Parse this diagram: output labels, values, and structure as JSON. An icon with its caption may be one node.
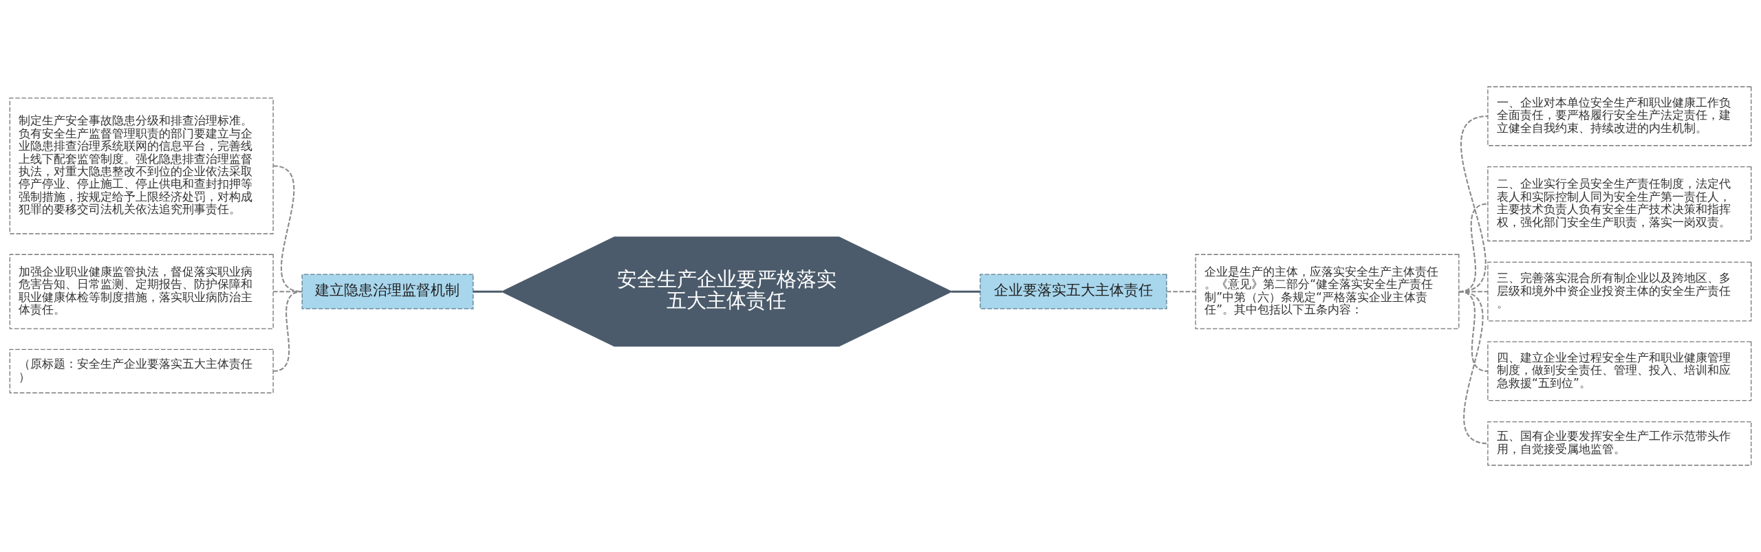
{
  "diagram": {
    "nodes": [
      {
        "text": [
          "安全生产企业要严格落实五大主体责任"
        ]
      },
      {
        "text": [
          "建立隐患治理监督机制"
        ]
      },
      {
        "text": [
          "制定生产安全事故隐患分级和排查治理标准。负有安全生产监督管理职责的部门要建立与企业隐患排查治理系统联网的信息平台，完善线上线下配套监管制度。强化隐患排查治理监督执法，对重大隐患整改不到位的企业依法采取停产停业、停止施工、停止供电和查封扣押等强制措施，按规定给予上限经济处罚，对构成犯罪的要移交司法机关依法追究刑事责任。"
        ]
      },
      {
        "text": [
          "加强企业职业健康监管执法，督促落实职业病危害告知、日常监测、定期报告、防护保障和职业健康体检等制度措施，落实职业病防治主体责任。"
        ]
      },
      {
        "text": [
          "（原标题：安全生产企业要落实五大主体责任）"
        ]
      },
      {
        "text": [
          "企业要落实五大主体责任"
        ]
      },
      {
        "text": [
          "企业是生产的主体，应落实安全生产主体责任。《意见》第二部分“健全落实安全生产责任制”中第（六）条规定“严格落实企业主体责任”。其中包括以下五条内容："
        ]
      },
      {
        "text": [
          "一、企业对本单位安全生产和职业健康工作负全面责任，要严格履行安全生产法定责任，建立健全自我约束、持续改进的内生机制。"
        ]
      },
      {
        "text": [
          "二、企业实行全员安全生产责任制度，法定代表人和实际控制人同为安全生产第一责任人，主要技术负责人负有安全生产技术决策和指挥权，强化部门安全生产职责，落实一岗双责。"
        ]
      },
      {
        "text": [
          "三、完善落实混合所有制企业以及跨地区、多层级和境外中资企业投资主体的安全生产责任。"
        ]
      },
      {
        "text": [
          "四、建立企业全过程安全生产和职业健康管理制度，做到安全责任、管理、投入、培训和应急救援“五到位”。"
        ]
      },
      {
        "text": [
          "五、国有企业要发挥安全生产工作示范带头作用，自觉接受属地监管。"
        ]
      }
    ],
    "edges": [
      {
        "from": 0,
        "to": 1,
        "arrow": "none",
        "color": "#4b5b6b"
      },
      {
        "from": 1,
        "to": 2,
        "arrow": "none",
        "style": "dashed"
      },
      {
        "from": 1,
        "to": 3,
        "arrow": "none",
        "style": "dashed"
      },
      {
        "from": 1,
        "to": 4,
        "arrow": "none",
        "style": "dashed"
      },
      {
        "from": 0,
        "to": 5,
        "arrow": "none",
        "color": "#4b5b6b"
      },
      {
        "from": 5,
        "to": 6,
        "arrow": "none",
        "style": "dashed"
      },
      {
        "from": 6,
        "to": 7,
        "arrow": "none",
        "style": "dashed"
      },
      {
        "from": 6,
        "to": 8,
        "arrow": "none",
        "style": "dashed"
      },
      {
        "from": 6,
        "to": 9,
        "arrow": "none",
        "style": "dashed"
      },
      {
        "from": 6,
        "to": 10,
        "arrow": "none",
        "style": "dashed"
      },
      {
        "from": 6,
        "to": 11,
        "arrow": "none",
        "style": "dashed"
      }
    ]
  }
}
